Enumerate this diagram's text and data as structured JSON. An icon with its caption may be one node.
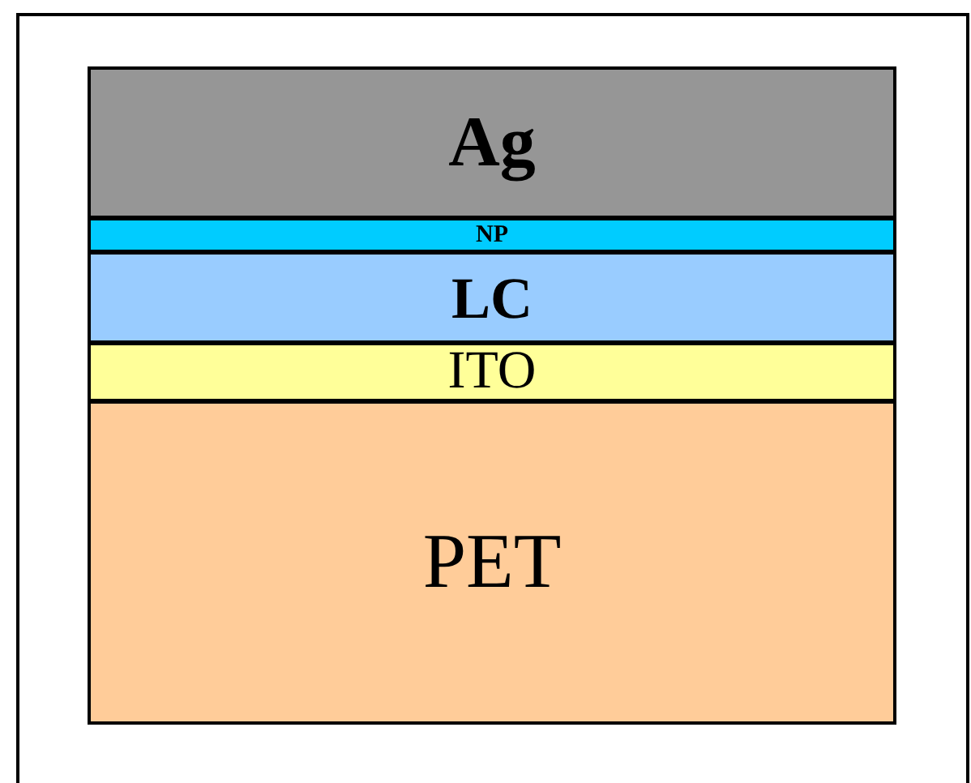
{
  "diagram": {
    "nodes": [
      {
        "text": [
          "Ag"
        ]
      },
      {
        "text": [
          "NP"
        ]
      },
      {
        "text": [
          "LC"
        ]
      },
      {
        "text": [
          "ITO"
        ]
      },
      {
        "text": [
          "PET"
        ]
      }
    ]
  }
}
